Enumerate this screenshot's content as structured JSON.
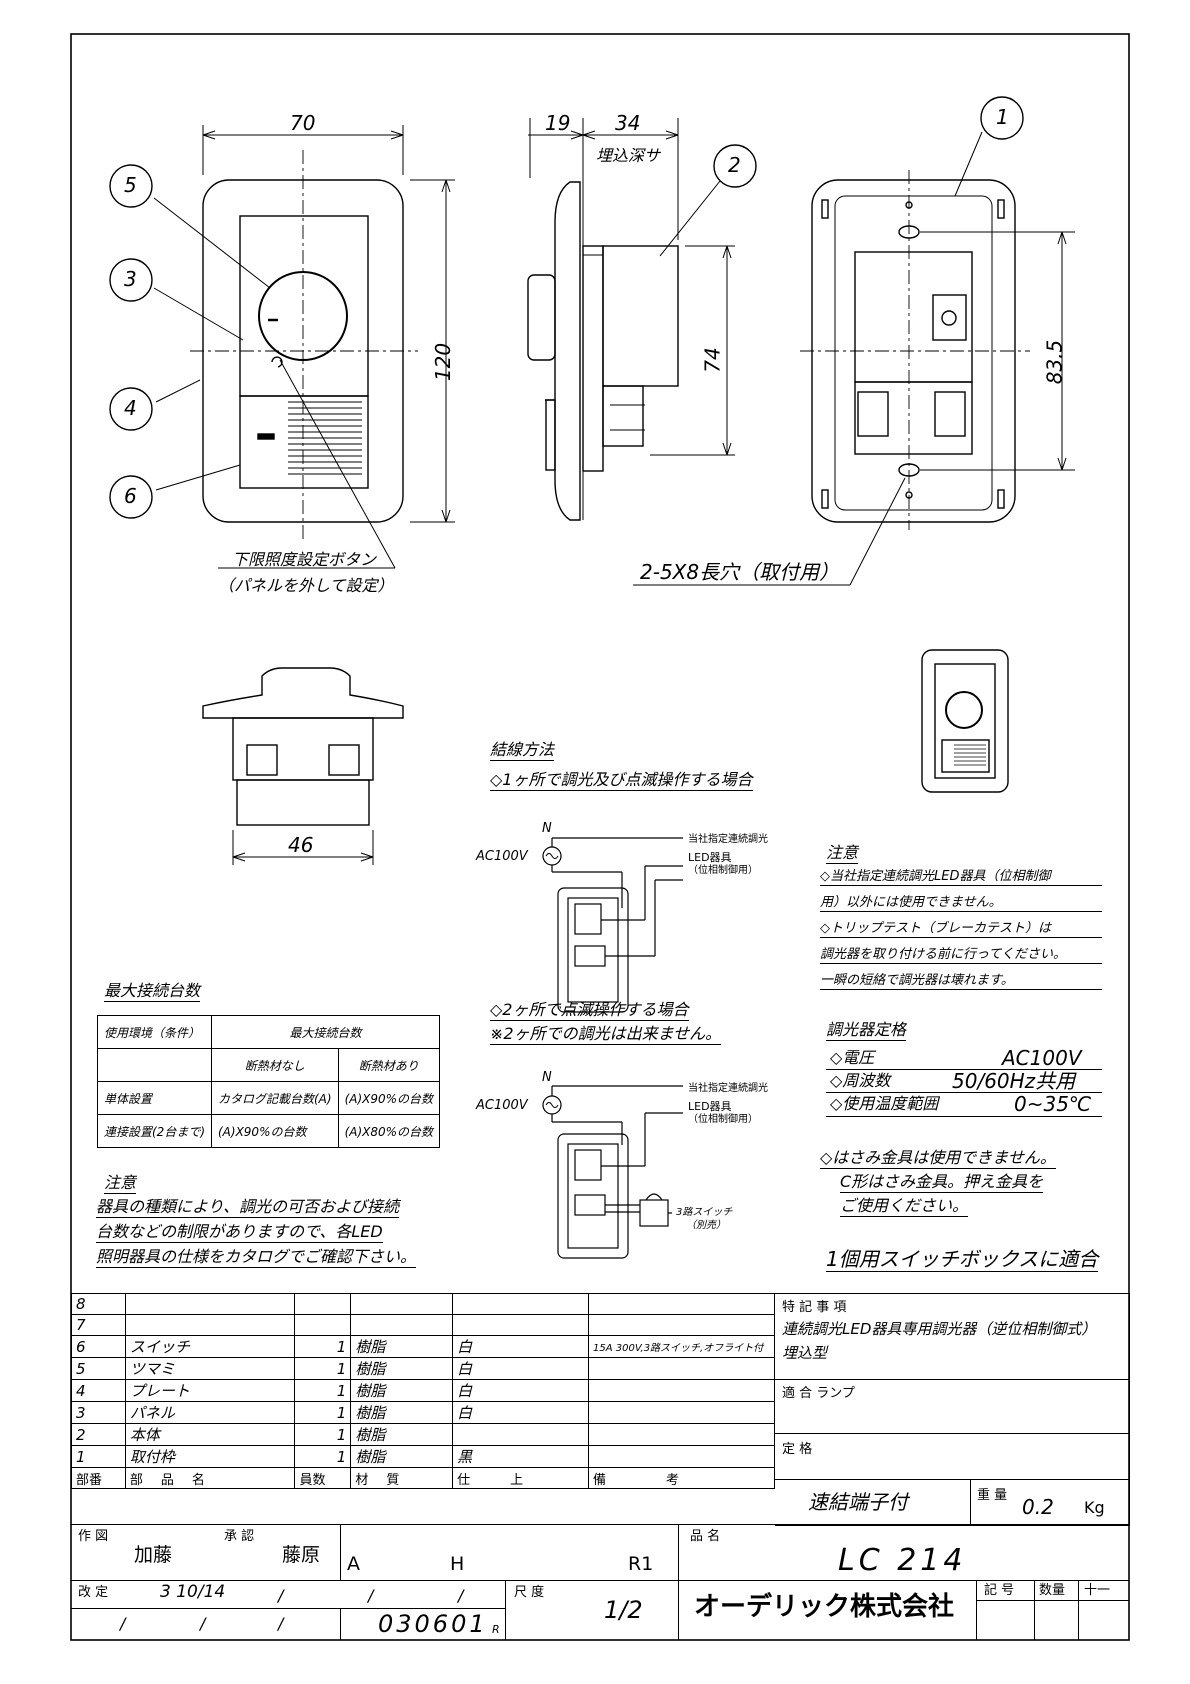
{
  "dims": {
    "front_width": "70",
    "front_height": "120",
    "side_plate": "19",
    "side_depth": "34",
    "embed_depth_label": "埋込深サ",
    "side_height": "74",
    "back_height": "83.5",
    "bottom_width": "46"
  },
  "balloons": [
    "1",
    "2",
    "3",
    "4",
    "5",
    "6"
  ],
  "labels": {
    "lower_limit_button": "下限照度設定ボタン",
    "lower_limit_note": "（パネルを外して設定）",
    "mount_holes": "2-5X8長穴（取付用）"
  },
  "wiring": {
    "title": "結線方法",
    "case1": "◇1ヶ所で調光及び点滅操作する場合",
    "case2_line1": "◇2ヶ所で点滅操作する場合",
    "case2_line2": "※2ヶ所での調光は出来ません。",
    "n_label": "N",
    "ac_label": "AC100V",
    "led_box": [
      "当社指定連続調光",
      "LED器具",
      "（位相制御用）"
    ],
    "switch3_label": [
      "3路スイッチ",
      "（別売）"
    ]
  },
  "notes_right": {
    "title": "注意",
    "lines": [
      "◇当社指定連続調光LED器具（位相制御",
      "用）以外には使用できません。",
      "◇トリップテスト（ブレーカテスト）は",
      "調光器を取り付ける前に行ってください。",
      "一瞬の短絡で調光器は壊れます。"
    ]
  },
  "ratings": {
    "title": "調光器定格",
    "rows": [
      {
        "k": "◇電圧",
        "v": "AC100V"
      },
      {
        "k": "◇周波数",
        "v": "50/60Hz共用"
      },
      {
        "k": "◇使用温度範囲",
        "v": "0~35℃"
      }
    ],
    "clip_lines": [
      "◇はさみ金具は使用できません。",
      "C形はさみ金具。押え金具を",
      "ご使用ください。"
    ],
    "box_fit": "1個用スイッチボックスに適合"
  },
  "max_conn": {
    "title": "最大接続台数",
    "header": [
      "使用環境（条件）",
      "最大接続台数"
    ],
    "sub": [
      "",
      "断熱材なし",
      "断熱材あり"
    ],
    "rows": [
      [
        "単体設置",
        "カタログ記載台数(A)",
        "(A)X90%の台数"
      ],
      [
        "連接設置(2台まで)",
        "(A)X90%の台数",
        "(A)X80%の台数"
      ]
    ]
  },
  "notes_left": {
    "title": "注意",
    "lines": [
      "器具の種類により、調光の可否および接続",
      "台数などの制限がありますので、各LED",
      "照明器具の仕様をカタログでご確認下さい。"
    ]
  },
  "parts": {
    "rows": [
      [
        "8",
        "",
        "",
        "",
        "",
        ""
      ],
      [
        "7",
        "",
        "",
        "",
        "",
        ""
      ],
      [
        "6",
        "スイッチ",
        "1",
        "樹脂",
        "白",
        "15A 300V,3路スイッチ,オフライト付"
      ],
      [
        "5",
        "ツマミ",
        "1",
        "樹脂",
        "白",
        ""
      ],
      [
        "4",
        "プレート",
        "1",
        "樹脂",
        "白",
        ""
      ],
      [
        "3",
        "パネル",
        "1",
        "樹脂",
        "白",
        ""
      ],
      [
        "2",
        "本体",
        "1",
        "樹脂",
        "",
        ""
      ],
      [
        "1",
        "取付枠",
        "1",
        "樹脂",
        "黒",
        ""
      ]
    ],
    "header": [
      "部番",
      "部品名",
      "員数",
      "材質",
      "仕上",
      "備考"
    ]
  },
  "spec": {
    "special_title": "特 記 事 項",
    "special_line1": "連続調光LED器具専用調光器（逆位相制御式）",
    "special_line2": "埋込型",
    "lamp_label": "適 合 ランプ",
    "rating_label": "定 格",
    "terminal": "速結端子付",
    "weight_label": "重 量",
    "weight_value": "0.2",
    "weight_unit": "Kg"
  },
  "title_block": {
    "drawn_label": "作 図",
    "drawn_by": "加藤",
    "approved_label": "承 認",
    "approved_by": "藤原",
    "rev_a": "A",
    "rev_h": "H",
    "rev_r": "R1",
    "name_label": "品 名",
    "product": "LC 214",
    "revise_label": "改 定",
    "revise_date": "3 10/14",
    "slash": "/",
    "scale_label": "尺 度",
    "scale": "1/2",
    "doc_no": "030601",
    "doc_suffix": "R",
    "company": "オーデリック株式会社",
    "sym_label": "記 号",
    "qty_label": "数量",
    "ten_one": "十一"
  }
}
